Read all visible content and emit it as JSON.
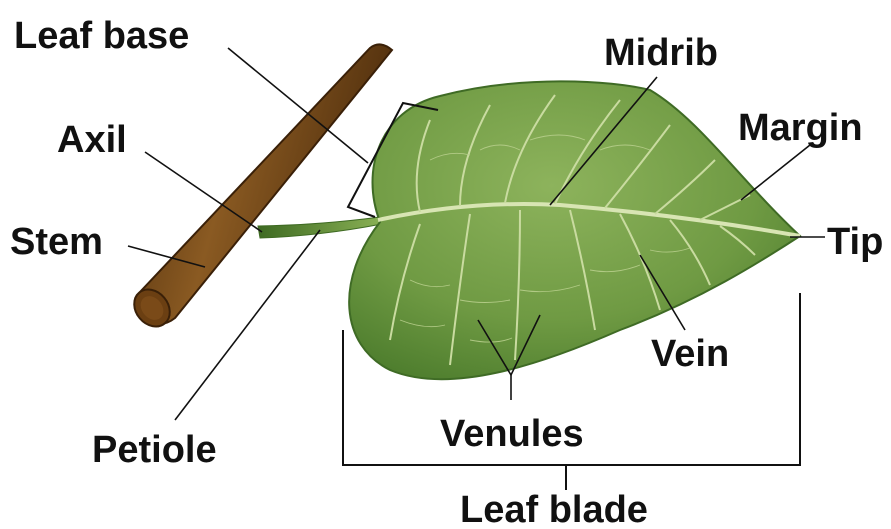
{
  "diagram": {
    "labels": {
      "leaf_base": "Leaf base",
      "axil": "Axil",
      "stem": "Stem",
      "petiole": "Petiole",
      "midrib": "Midrib",
      "margin": "Margin",
      "tip": "Tip",
      "vein": "Vein",
      "venules": "Venules",
      "leaf_blade": "Leaf blade"
    },
    "colors": {
      "leaf_light": "#86a955",
      "leaf_dark": "#4a7a2b",
      "vein": "#d8e5b3",
      "stem_light": "#8a5a22",
      "stem_dark": "#4e2d0c",
      "petiole": "#7ca04a",
      "text": "#111111"
    }
  }
}
